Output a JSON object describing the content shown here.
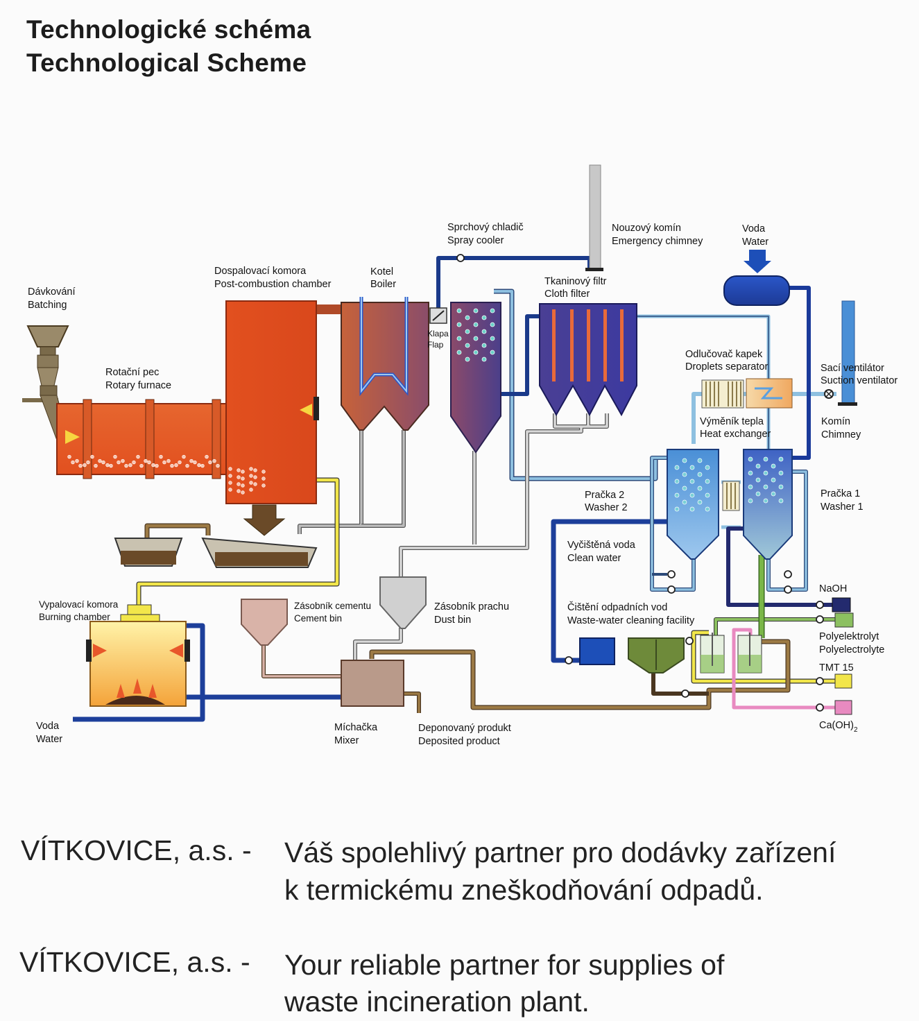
{
  "title": {
    "line1": "Technologické schéma",
    "line2": "Technological  Scheme"
  },
  "labels": {
    "batching": [
      "Dávkování",
      "Batching"
    ],
    "rotary_furnace": [
      "Rotační pec",
      "Rotary furnace"
    ],
    "post_combustion": [
      "Dospalovací komora",
      "Post-combustion chamber"
    ],
    "boiler": [
      "Kotel",
      "Boiler"
    ],
    "spray_cooler": [
      "Sprchový chladič",
      "Spray cooler"
    ],
    "flap": [
      "Klapa",
      "Flap"
    ],
    "emergency_chimney": [
      "Nouzový komín",
      "Emergency chimney"
    ],
    "water_top": [
      "Voda",
      "Water"
    ],
    "cloth_filter": [
      "Tkaninový filtr",
      "Cloth filter"
    ],
    "droplets_separator": [
      "Odlučovač kapek",
      "Droplets separator"
    ],
    "suction_ventilator": [
      "Sací ventilátor",
      "Suction ventilator"
    ],
    "heat_exchanger": [
      "Výměník tepla",
      "Heat exchanger"
    ],
    "chimney": [
      "Komín",
      "Chimney"
    ],
    "washer2": [
      "Pračka 2",
      "Washer 2"
    ],
    "washer1": [
      "Pračka 1",
      "Washer 1"
    ],
    "clean_water": [
      "Vyčištěná voda",
      "Clean water"
    ],
    "burning_chamber": [
      "Vypalovací komora",
      "Burning chamber"
    ],
    "cement_bin": [
      "Zásobník cementu",
      "Cement bin"
    ],
    "dust_bin": [
      "Zásobník prachu",
      "Dust bin"
    ],
    "waste_water": [
      "Čištění odpadních vod",
      "Waste-water cleaning facility"
    ],
    "naoh": "NaOH",
    "polyelectrolyte": [
      "Polyelektrolyt",
      "Polyelectrolyte"
    ],
    "tmt": "TMT 15",
    "caoh": "Ca(OH)",
    "caoh_sub": "2",
    "water_bottom": [
      "Voda",
      "Water"
    ],
    "mixer": [
      "Míchačka",
      "Mixer"
    ],
    "deposited": [
      "Deponovaný produkt",
      "Deposited product"
    ]
  },
  "colors": {
    "furnace_orange": "#e8572a",
    "water_blue": "#1e4fa3",
    "flue_light_blue": "#7fb3d5",
    "ash_grey": "#9a9a9a",
    "brown_pipe": "#8a6a3a",
    "yellow_pipe": "#f2e64a",
    "green_pipe": "#7ab648",
    "pink_pipe": "#e88ac0",
    "dark_navy": "#232a6e"
  },
  "slogan": {
    "cz_brand": "VÍTKOVICE, a.s. -",
    "cz_line1": "Váš spolehlivý partner pro dodávky zařízení",
    "cz_line2": "k termickému zneškodňování odpadů.",
    "en_brand": "VÍTKOVICE, a.s. -",
    "en_line1": "Your reliable partner for supplies of",
    "en_line2": "waste  incineration plant."
  }
}
